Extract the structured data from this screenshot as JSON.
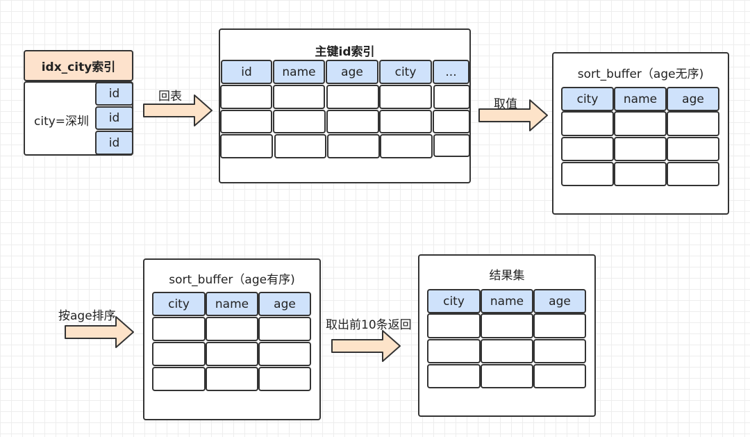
{
  "idx_panel": {
    "title": "idx_city索引",
    "key_label": "city=深圳",
    "id_cells": [
      "id",
      "id",
      "id"
    ]
  },
  "arrow1": {
    "label": "回表"
  },
  "pk_panel": {
    "title": "主键id索引",
    "headers": [
      "id",
      "name",
      "age",
      "city",
      "..."
    ]
  },
  "arrow2": {
    "label": "取值"
  },
  "sort_unsorted": {
    "title": "sort_buffer（age无序)",
    "headers": [
      "city",
      "name",
      "age"
    ]
  },
  "arrow3": {
    "label": "按age排序"
  },
  "sort_sorted": {
    "title": "sort_buffer（age有序)",
    "headers": [
      "city",
      "name",
      "age"
    ]
  },
  "arrow4": {
    "label": "取出前10条返回"
  },
  "result_panel": {
    "title": "结果集",
    "headers": [
      "city",
      "name",
      "age"
    ]
  },
  "colors": {
    "header_fill": "#cfe2fb",
    "index_title_fill": "#fde2cc",
    "arrow_fill": "#fde3c9",
    "border": "#333333"
  }
}
